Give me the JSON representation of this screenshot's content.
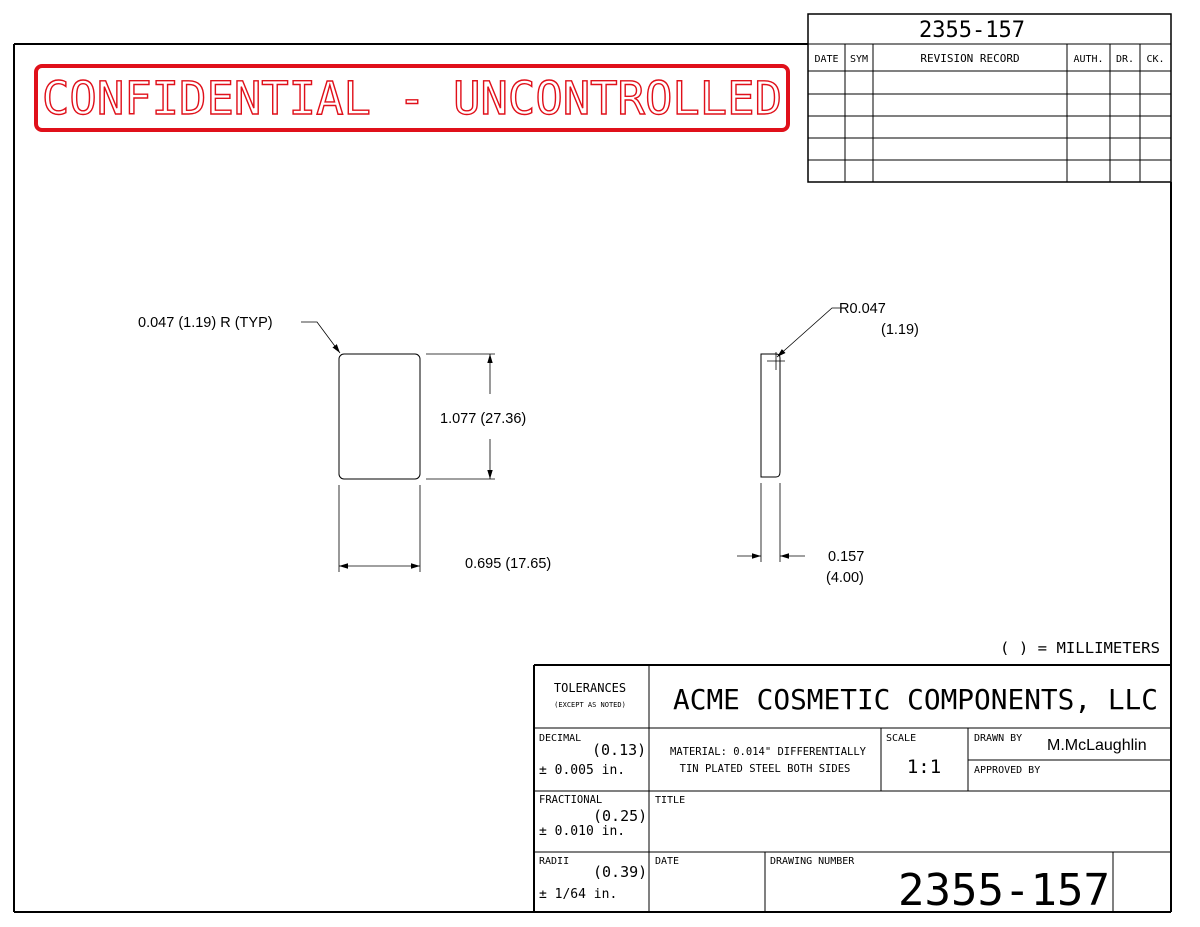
{
  "stamp": {
    "text": "CONFIDENTIAL - UNCONTROLLED",
    "color": "#e0101a"
  },
  "revision_block": {
    "number": "2355-157",
    "headers": {
      "date": "DATE",
      "sym": "SYM",
      "record": "REVISION RECORD",
      "auth": "AUTH.",
      "dr": "DR.",
      "ck": "CK."
    }
  },
  "part_front": {
    "corner_radius": "0.047 (1.19) R (TYP)",
    "height": "1.077 (27.36)",
    "width": "0.695 (17.65)"
  },
  "part_side": {
    "radius_in": "R0.047",
    "radius_mm": "(1.19)",
    "thickness_in": "0.157",
    "thickness_mm": "(4.00)"
  },
  "units_note": "( ) = MILLIMETERS",
  "title_block": {
    "tolerances_title": "TOLERANCES",
    "tolerances_sub": "(EXCEPT AS NOTED)",
    "company": "ACME COSMETIC COMPONENTS, LLC",
    "decimal_label": "DECIMAL",
    "decimal_mm": "(0.13)",
    "decimal_tol": "± 0.005 in.",
    "material_line1": "MATERIAL: 0.014\" DIFFERENTIALLY",
    "material_line2": "TIN PLATED STEEL BOTH SIDES",
    "scale_label": "SCALE",
    "scale_value": "1:1",
    "drawn_by_label": "DRAWN BY",
    "drawn_by_value": "M.McLaughlin",
    "approved_by_label": "APPROVED BY",
    "fractional_label": "FRACTIONAL",
    "fractional_mm": "(0.25)",
    "fractional_tol": "± 0.010 in.",
    "title_label": "TITLE",
    "radii_label": "RADII",
    "radii_mm": "(0.39)",
    "radii_tol": "± 1/64 in.",
    "date_label": "DATE",
    "drawing_number_label": "DRAWING NUMBER",
    "drawing_number_value": "2355-157"
  }
}
